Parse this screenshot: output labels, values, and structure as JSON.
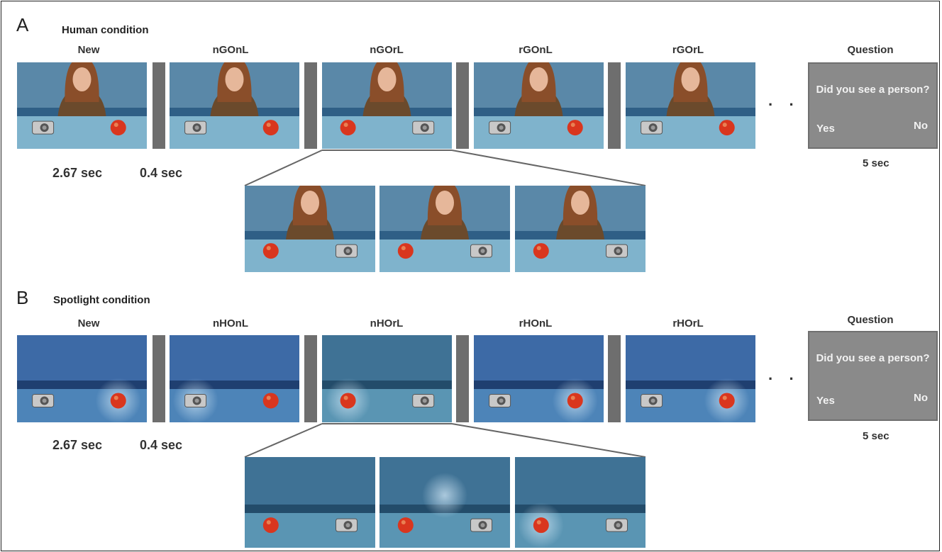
{
  "panels": {
    "a": {
      "letter": "A",
      "title": "Human condition",
      "columns": [
        "New",
        "nGOnL",
        "nGOrL",
        "rGOnL",
        "rGOrL",
        "Question"
      ],
      "question": "Did you see a person?",
      "yes": "Yes",
      "no": "No",
      "ellipsis": "· · ·",
      "time_stimulus": "2.67 sec",
      "time_mask": "0.4 sec",
      "time_question": "5 sec"
    },
    "b": {
      "letter": "B",
      "title": "Spotlight condition",
      "columns": [
        "New",
        "nHOnL",
        "nHOrL",
        "rHOnL",
        "rHOrL",
        "Question"
      ],
      "question": "Did you see a person?",
      "yes": "Yes",
      "no": "No",
      "ellipsis": "· · ·",
      "time_stimulus": "2.67 sec",
      "time_mask": "0.4 sec",
      "time_question": "5 sec"
    }
  },
  "colors": {
    "wall_human": "#5a88a8",
    "table_human": "#7fb3cc",
    "wall_spot": "#3d6aa6",
    "table_spot": "#4d84b8",
    "mask": "#6e6e6e",
    "question_box": "#8a8a8a"
  }
}
